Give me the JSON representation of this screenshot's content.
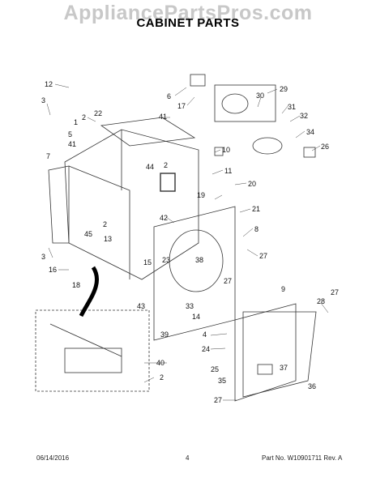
{
  "watermark": "AppliancePartsPros.com",
  "title": "CABINET PARTS",
  "callouts": [
    "12",
    "3",
    "1",
    "22",
    "2",
    "41",
    "6",
    "17",
    "29",
    "30",
    "31",
    "32",
    "34",
    "26",
    "5",
    "7",
    "41",
    "10",
    "44",
    "2",
    "11",
    "20",
    "19",
    "21",
    "42",
    "8",
    "2",
    "45",
    "13",
    "3",
    "27",
    "16",
    "15",
    "23",
    "38",
    "18",
    "43",
    "27",
    "9",
    "33",
    "14",
    "27",
    "28",
    "4",
    "39",
    "24",
    "25",
    "35",
    "37",
    "40",
    "36",
    "2",
    "27"
  ],
  "footer": {
    "date": "06/14/2016",
    "page": "4",
    "part_no": "Part No. W10901711  Rev. A"
  }
}
